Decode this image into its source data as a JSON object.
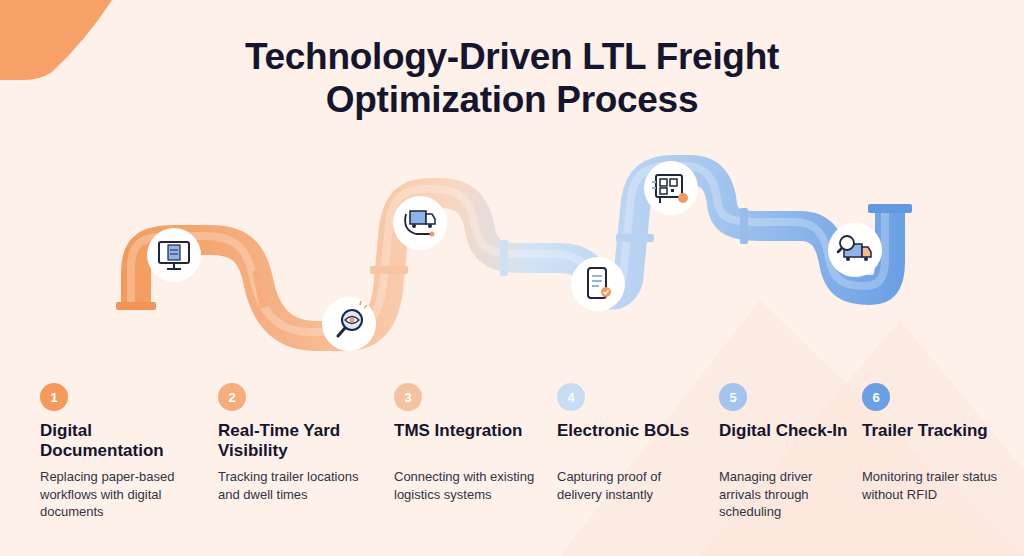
{
  "diagram": {
    "title": "Technology-Driven LTL Freight Optimization Process",
    "nodes": [
      {
        "text": [
          "1",
          "Digital Documentation",
          "Replacing paper-based workflows with digital documents"
        ]
      },
      {
        "text": [
          "2",
          "Real-Time Yard Visibility",
          "Tracking trailer locations and dwell times"
        ]
      },
      {
        "text": [
          "3",
          "TMS Integration",
          "Connecting with existing logistics systems"
        ]
      },
      {
        "text": [
          "4",
          "Electronic BOLs",
          "Capturing proof of delivery instantly"
        ]
      },
      {
        "text": [
          "5",
          "Digital Check-In",
          "Managing driver arrivals through scheduling"
        ]
      },
      {
        "text": [
          "6",
          "Trailer Tracking",
          "Monitoring trailer status without RFID"
        ]
      }
    ]
  }
}
